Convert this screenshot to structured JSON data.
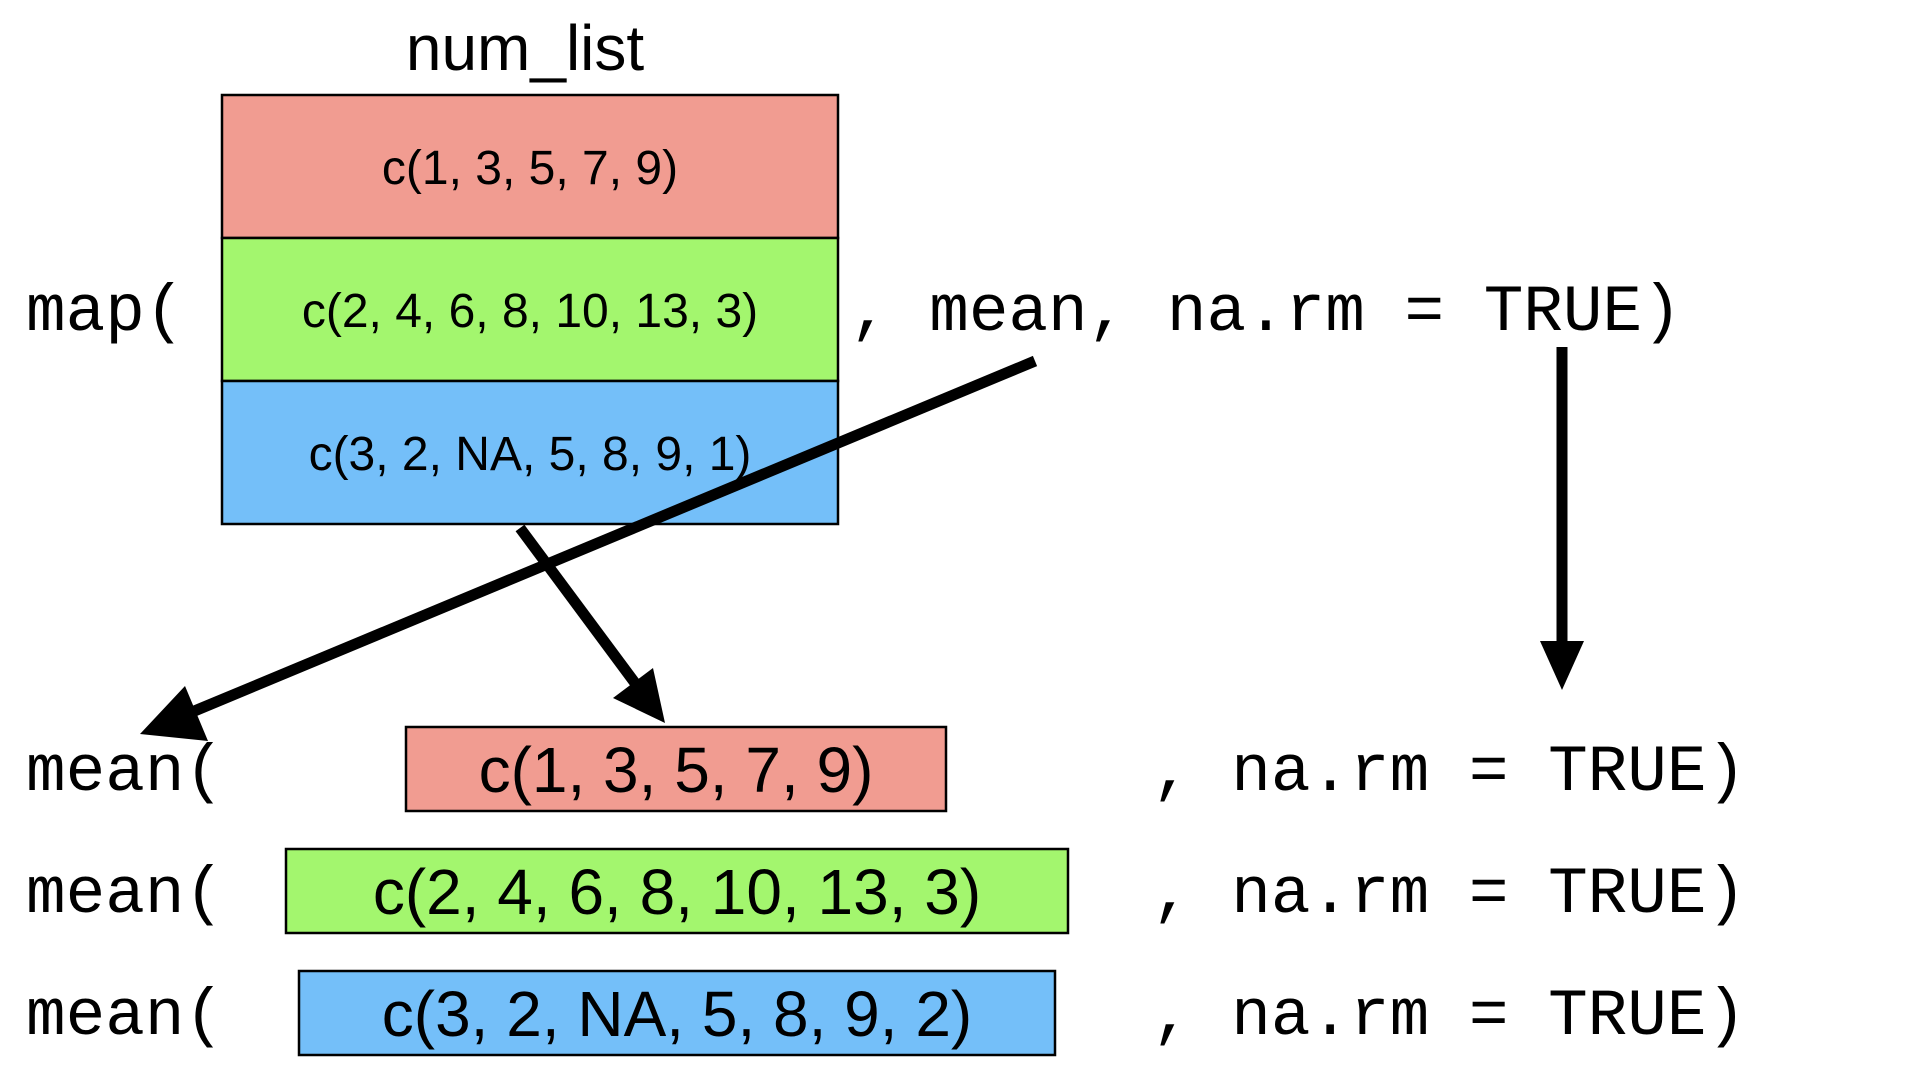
{
  "colors": {
    "red_cell": "#f19c91",
    "green_cell": "#a3f66e",
    "blue_cell": "#74bff9",
    "border": "#000000",
    "arrow": "#000000"
  },
  "list_title": "num_list",
  "list_cells": [
    {
      "text": "c(1, 3, 5, 7, 9)",
      "color": "#f19c91"
    },
    {
      "text": "c(2, 4, 6, 8, 10, 13, 3)",
      "color": "#a3f66e"
    },
    {
      "text": "c(3, 2, NA, 5, 8, 9, 1)",
      "color": "#74bff9"
    }
  ],
  "map_call": {
    "open": "map(",
    "args": ", mean, na.rm = TRUE)"
  },
  "results": [
    {
      "open": "mean(",
      "boxed": "c(1, 3, 5, 7, 9)",
      "color": "#f19c91",
      "close": ", na.rm = TRUE)"
    },
    {
      "open": "mean(",
      "boxed": "c(2, 4, 6, 8, 10, 13, 3)",
      "color": "#a3f66e",
      "close": ", na.rm = TRUE)"
    },
    {
      "open": "mean(",
      "boxed": "c(3, 2, NA, 5, 8, 9, 2)",
      "color": "#74bff9",
      "close": ", na.rm = TRUE)"
    }
  ]
}
